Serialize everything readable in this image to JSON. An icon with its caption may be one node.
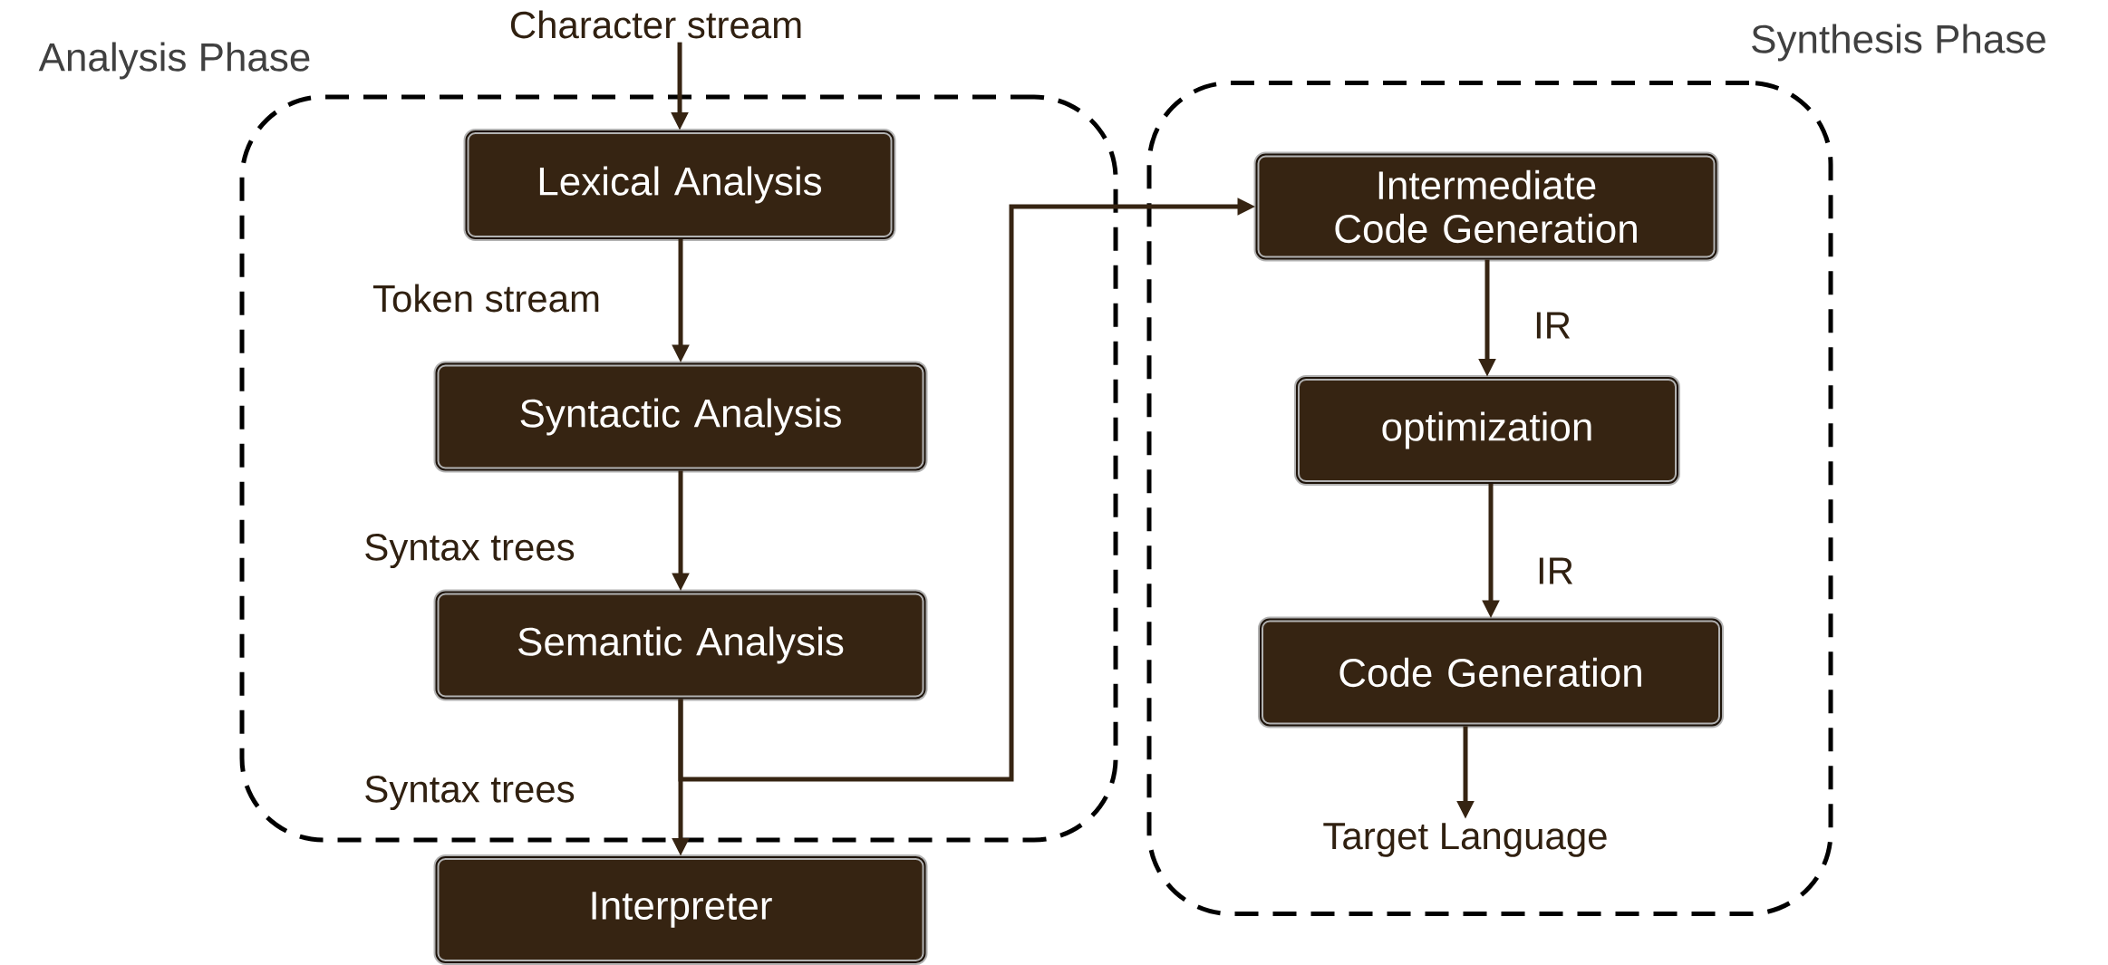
{
  "diagram": {
    "nodes": [
      {
        "text": [
          "Analysis Phase"
        ]
      },
      {
        "text": [
          "Character stream"
        ]
      },
      {
        "text": [
          "Lexical Analysis"
        ],
        "in": 0
      },
      {
        "text": [
          "Syntactic Analysis"
        ],
        "in": 0
      },
      {
        "text": [
          "Semantic Analysis"
        ],
        "in": 0
      },
      {
        "text": [
          "Interpreter"
        ]
      },
      {
        "text": [
          "Synthesis Phase"
        ]
      },
      {
        "text": [
          "Intermediate Code Generation"
        ],
        "in": 6
      },
      {
        "text": [
          "optimization"
        ],
        "in": 6
      },
      {
        "text": [
          "Code Generation"
        ],
        "in": 6
      },
      {
        "text": [
          "Target Language"
        ],
        "in": 6
      }
    ],
    "edges": [
      {
        "from": 1,
        "to": 2,
        "arrow": "to"
      },
      {
        "from": 2,
        "to": 3,
        "arrow": "to",
        "label": "Token stream"
      },
      {
        "from": 3,
        "to": 4,
        "arrow": "to",
        "label": "Syntax trees"
      },
      {
        "from": 4,
        "to": 5,
        "arrow": "to",
        "label": "Syntax trees"
      },
      {
        "from": 4,
        "to": 7,
        "arrow": "to"
      },
      {
        "from": 7,
        "to": 8,
        "arrow": "to",
        "label": "IR"
      },
      {
        "from": 8,
        "to": 9,
        "arrow": "to",
        "label": "IR"
      },
      {
        "from": 9,
        "to": 10,
        "arrow": "to"
      }
    ]
  }
}
